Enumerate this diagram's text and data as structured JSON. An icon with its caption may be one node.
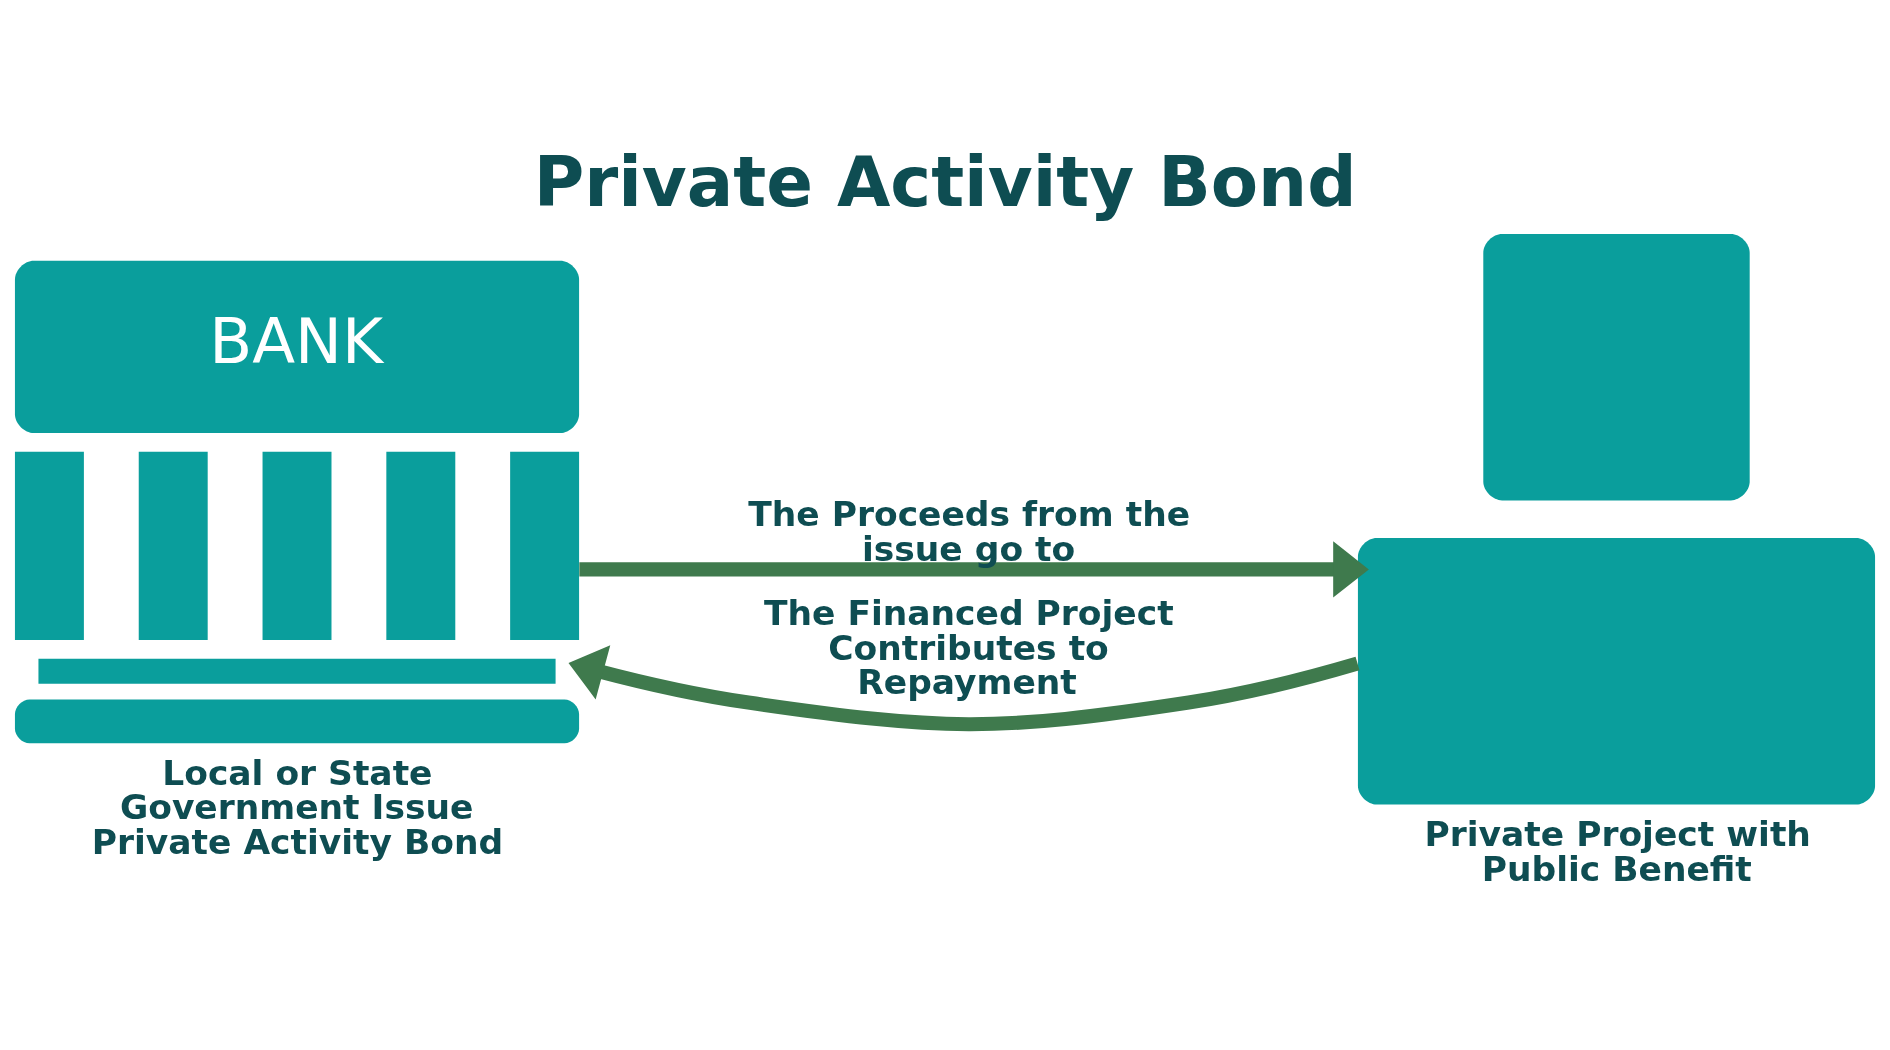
{
  "diagram": {
    "title": "Private Activity Bond",
    "nodes": [
      {
        "text": [
          "BANK"
        ],
        "beside": [
          "Local or State Government Issue Private Activity Bond"
        ]
      },
      {
        "text": [],
        "shape": "person",
        "beside": [
          "Private Project with Public Benefit"
        ]
      }
    ],
    "edges": [
      {
        "from": 0,
        "to": 1,
        "arrow": "to",
        "label": "The Proceeds from the issue go to"
      },
      {
        "from": 1,
        "to": 0,
        "arrow": "to",
        "label": "The Financed Project Contributes to Repayment"
      }
    ]
  }
}
